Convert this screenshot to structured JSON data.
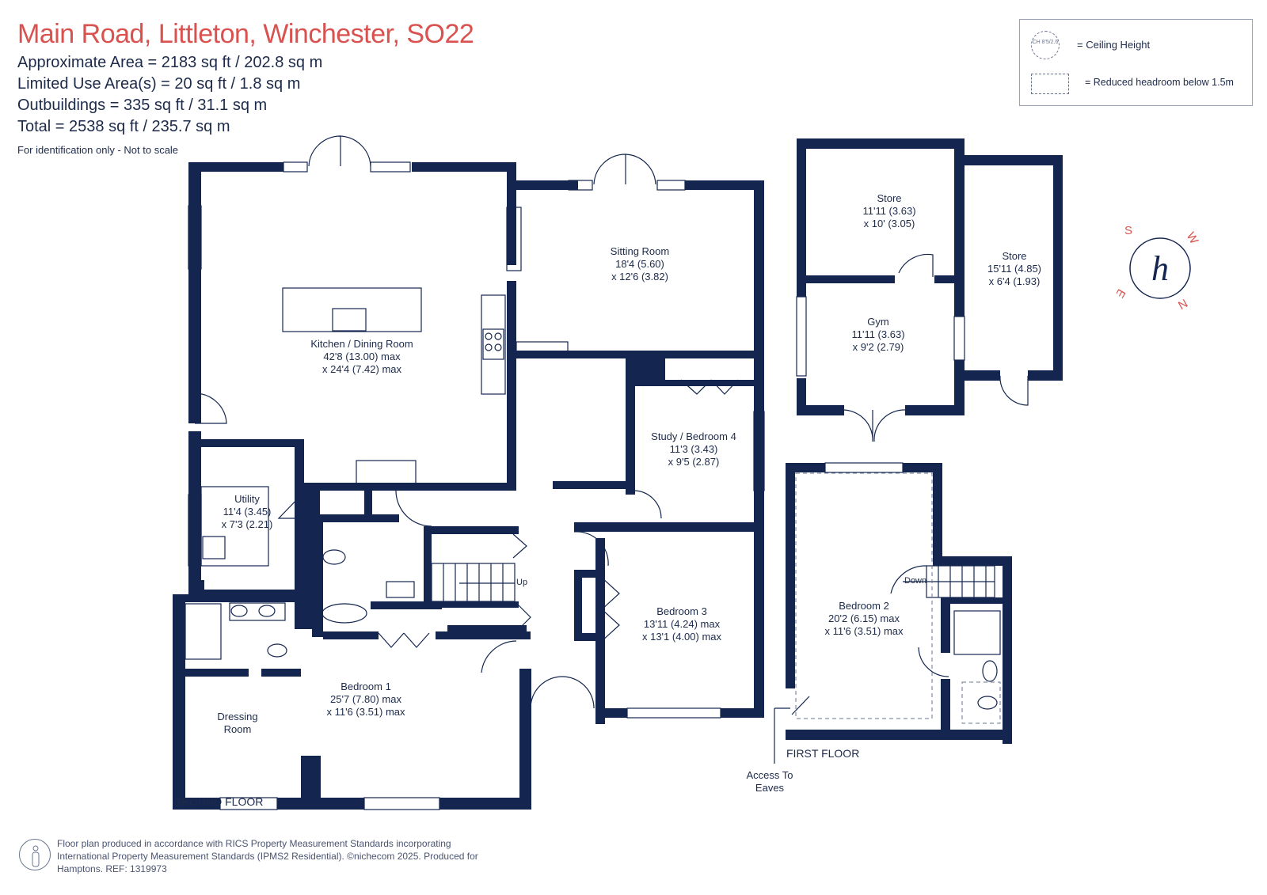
{
  "header": {
    "title": "Main Road, Littleton, Winchester, SO22",
    "approx_area": "Approximate Area = 2183 sq ft / 202.8 sq m",
    "limited_use": "Limited Use Area(s) = 20 sq ft / 1.8 sq m",
    "outbuildings": "Outbuildings = 335 sq ft / 31.1 sq m",
    "total": "Total = 2538 sq ft / 235.7 sq m",
    "note": "For identification only - Not to scale"
  },
  "legend": {
    "ceiling_badge": "CH 8'5/2.6",
    "ceiling_label": "= Ceiling Height",
    "headroom_label": "= Reduced headroom below 1.5m"
  },
  "rooms": {
    "kitchen": {
      "name": "Kitchen / Dining Room",
      "dim1": "42'8 (13.00) max",
      "dim2": "x 24'4 (7.42) max"
    },
    "sitting": {
      "name": "Sitting Room",
      "dim1": "18'4 (5.60)",
      "dim2": "x 12'6 (3.82)"
    },
    "study": {
      "name": "Study / Bedroom 4",
      "dim1": "11'3 (3.43)",
      "dim2": "x 9'5 (2.87)"
    },
    "utility": {
      "name": "Utility",
      "dim1": "11'4 (3.45)",
      "dim2": "x 7'3 (2.21)"
    },
    "bedroom3": {
      "name": "Bedroom 3",
      "dim1": "13'11 (4.24) max",
      "dim2": "x 13'1 (4.00) max"
    },
    "bedroom1": {
      "name": "Bedroom 1",
      "dim1": "25'7 (7.80) max",
      "dim2": "x 11'6 (3.51) max"
    },
    "dressing": {
      "name": "Dressing",
      "dim1": "Room"
    },
    "store1": {
      "name": "Store",
      "dim1": "11'11 (3.63)",
      "dim2": "x 10' (3.05)"
    },
    "store2": {
      "name": "Store",
      "dim1": "15'11 (4.85)",
      "dim2": "x 6'4 (1.93)"
    },
    "gym": {
      "name": "Gym",
      "dim1": "11'11 (3.63)",
      "dim2": "x 9'2 (2.79)"
    },
    "bedroom2": {
      "name": "Bedroom 2",
      "dim1": "20'2 (6.15) max",
      "dim2": "x 11'6 (3.51) max"
    }
  },
  "labels": {
    "up": "Up",
    "down": "Down",
    "ground_floor": "GROUND FLOOR",
    "first_floor": "FIRST FLOOR",
    "access_eaves_1": "Access To",
    "access_eaves_2": "Eaves"
  },
  "compass": {
    "letters": [
      "S",
      "W",
      "N",
      "E"
    ],
    "logo": "h"
  },
  "footer": {
    "line1": "Floor plan produced in accordance with RICS Property Measurement Standards incorporating",
    "line2": "International Property Measurement Standards (IPMS2 Residential). ©nichecom 2025. Produced for",
    "line3": "Hamptons. REF: 1319973"
  },
  "colors": {
    "wall": "#14264f",
    "title": "#d9524f",
    "text": "#1d2a4a"
  }
}
